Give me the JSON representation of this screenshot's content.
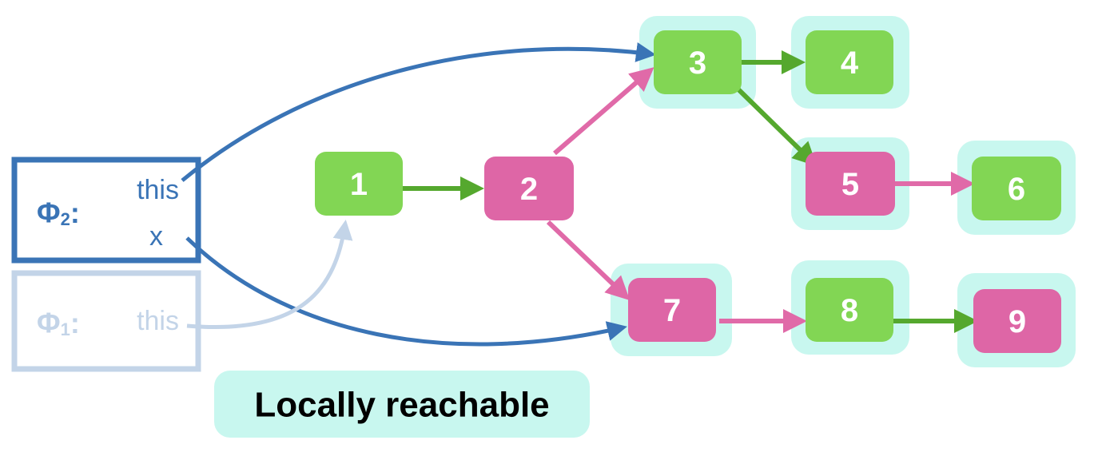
{
  "colors": {
    "green": "#82d654",
    "pink": "#de66a6",
    "highlight": "#c8f7ef",
    "blue": "#3a74b6",
    "light_blue": "#c3d4e8",
    "green_edge": "#55a82e",
    "pink_edge": "#e06aa8"
  },
  "frames": {
    "phi2": {
      "label": "Φ₂:",
      "field_this": "this",
      "field_x": "x"
    },
    "phi1": {
      "label": "Φ₁:",
      "field_this": "this"
    }
  },
  "nodes": [
    {
      "id": "1",
      "color": "green",
      "highlighted": false
    },
    {
      "id": "2",
      "color": "pink",
      "highlighted": false
    },
    {
      "id": "3",
      "color": "green",
      "highlighted": true
    },
    {
      "id": "4",
      "color": "green",
      "highlighted": true
    },
    {
      "id": "5",
      "color": "pink",
      "highlighted": true
    },
    {
      "id": "6",
      "color": "green",
      "highlighted": true
    },
    {
      "id": "7",
      "color": "pink",
      "highlighted": true
    },
    {
      "id": "8",
      "color": "green",
      "highlighted": true
    },
    {
      "id": "9",
      "color": "pink",
      "highlighted": true
    }
  ],
  "edges": [
    {
      "from": "1",
      "to": "2",
      "color": "green"
    },
    {
      "from": "2",
      "to": "3",
      "color": "pink"
    },
    {
      "from": "2",
      "to": "7",
      "color": "pink"
    },
    {
      "from": "3",
      "to": "4",
      "color": "green"
    },
    {
      "from": "3",
      "to": "5",
      "color": "green"
    },
    {
      "from": "5",
      "to": "6",
      "color": "pink"
    },
    {
      "from": "7",
      "to": "8",
      "color": "pink"
    },
    {
      "from": "8",
      "to": "9",
      "color": "green"
    },
    {
      "from": "phi2.this",
      "to": "3",
      "color": "blue"
    },
    {
      "from": "phi2.x",
      "to": "7",
      "color": "blue"
    },
    {
      "from": "phi1.this",
      "to": "1",
      "color": "light_blue"
    }
  ],
  "legend": {
    "text": "Locally reachable"
  }
}
